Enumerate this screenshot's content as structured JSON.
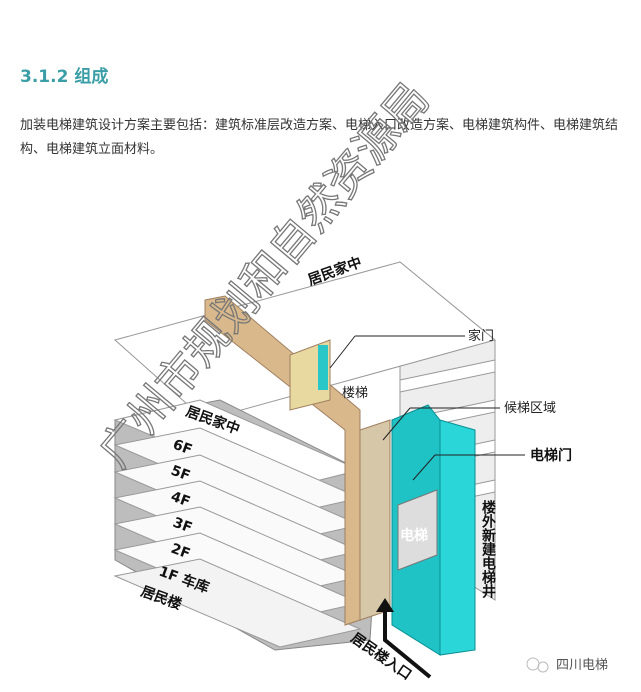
{
  "section": {
    "title": "3.1.2 组成",
    "paragraph": "加装电梯建筑设计方案主要包括：建筑标准层改造方案、电梯入口改造方案、电梯建筑构件、电梯建筑结构、电梯建筑立面材料。"
  },
  "diagram": {
    "labels": {
      "home_top": "居民家中",
      "home_mid": "居民家中",
      "door": "家门",
      "stairs": "楼梯",
      "waiting": "候梯区域",
      "elevator_door": "电梯门",
      "elevator": "电梯",
      "shaft": "楼外新建电梯井",
      "entrance": "居民楼入口",
      "building": "居民楼"
    },
    "floors": [
      "6F",
      "5F",
      "4F",
      "3F",
      "2F",
      "1F 车库"
    ],
    "colors": {
      "shaft": "#2ad6d8",
      "wall": "#d9b98c",
      "slab": "#c9c9c9"
    }
  },
  "watermark": "广州市规划和自然资源局",
  "source": {
    "icon": "wechat-icon",
    "name": "四川电梯"
  }
}
